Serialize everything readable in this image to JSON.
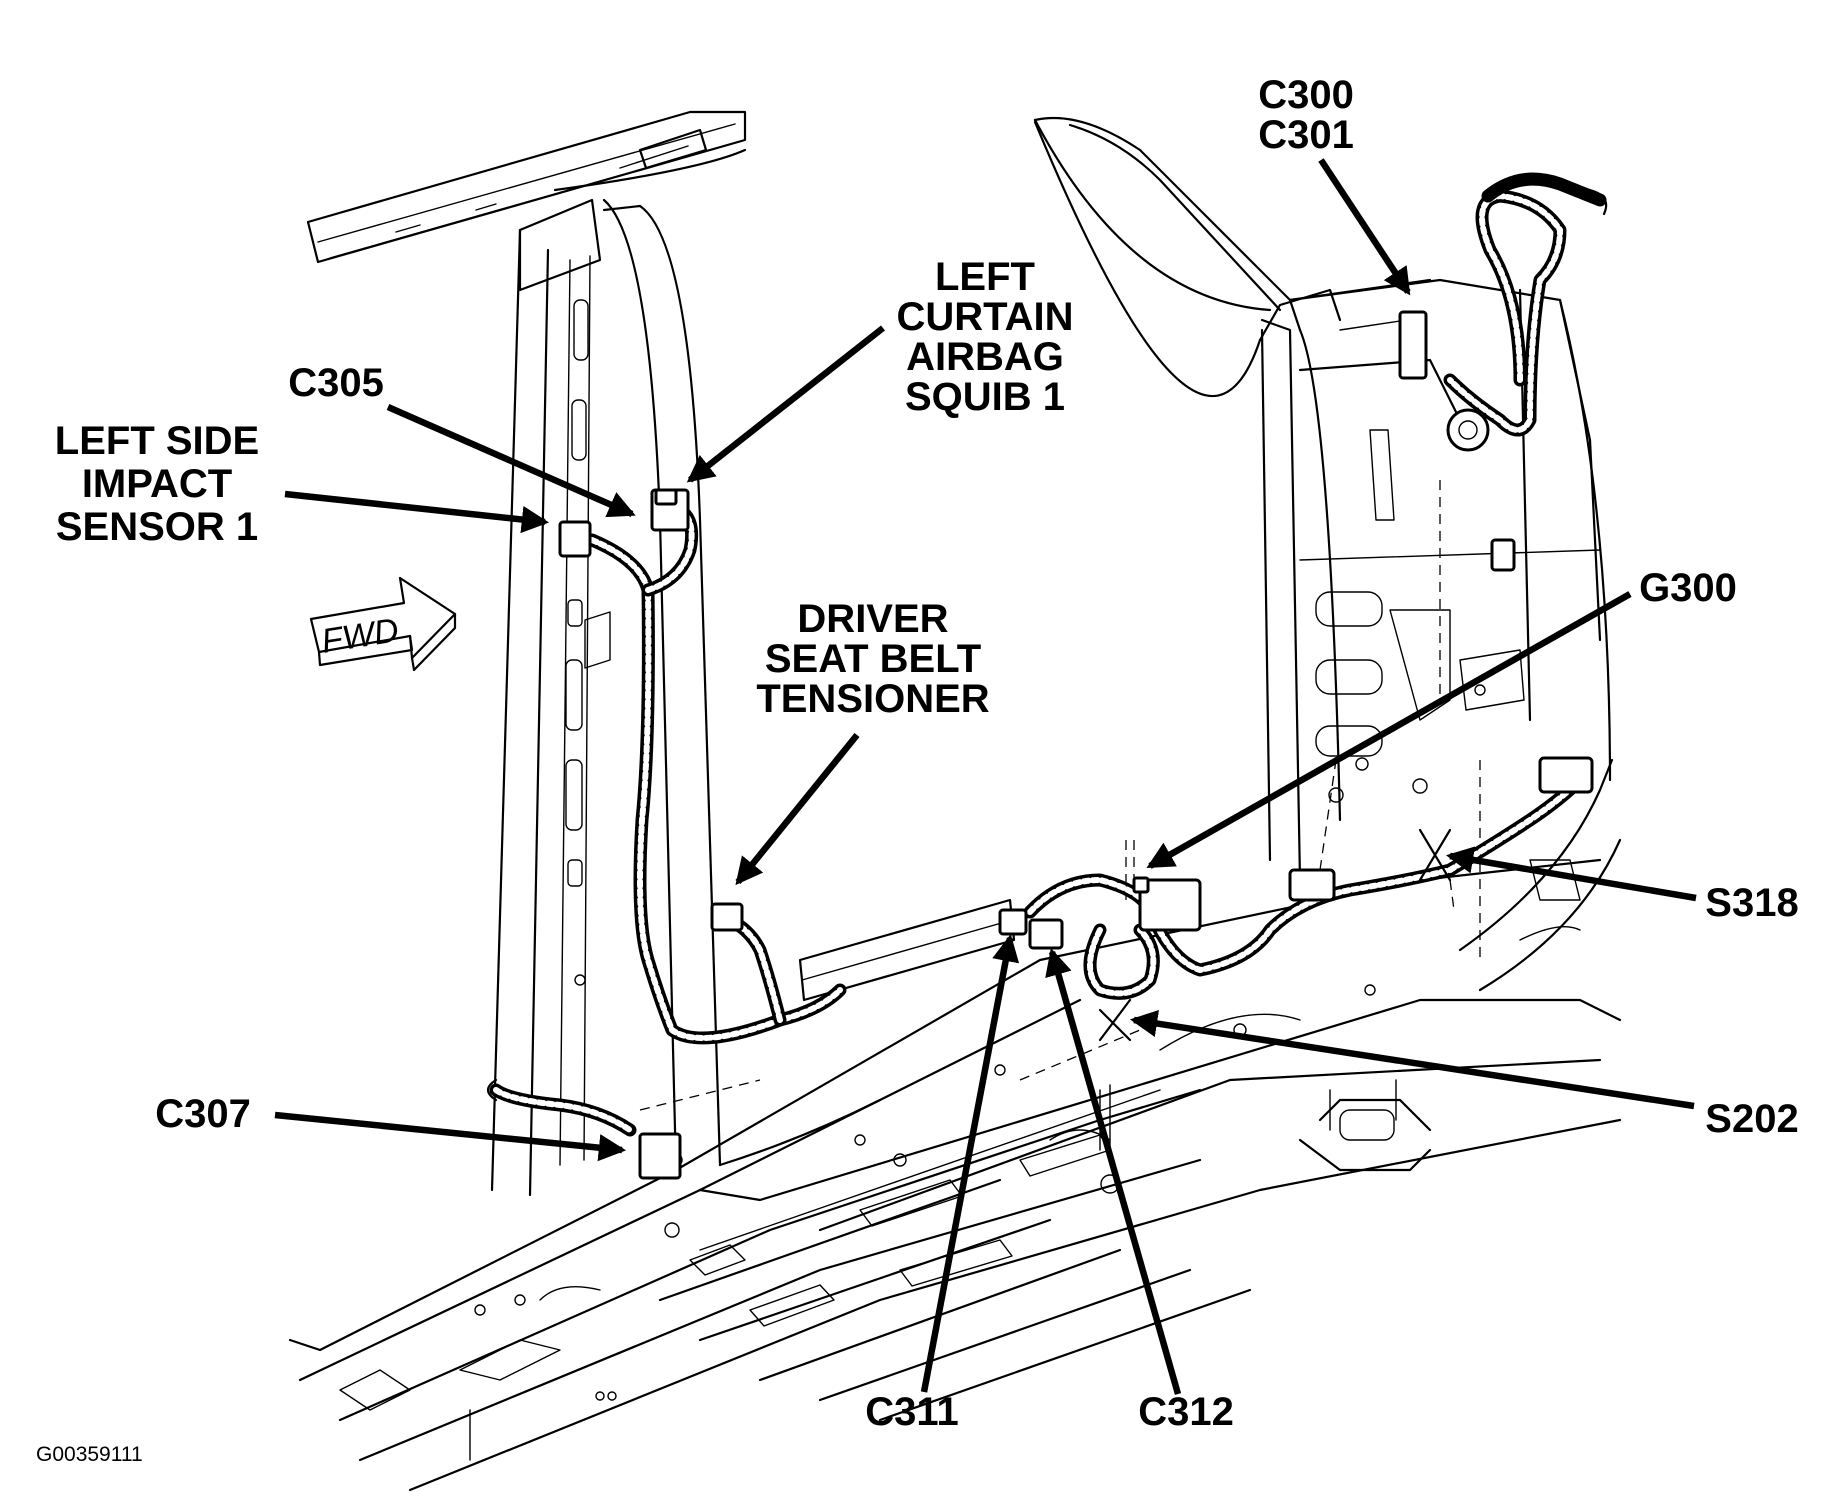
{
  "figure_id": "G00359111",
  "forward_arrow": "FWD",
  "labels": {
    "c300": "C300",
    "c301": "C301",
    "left_curtain": [
      "LEFT",
      "CURTAIN",
      "AIRBAG",
      "SQUIB 1"
    ],
    "c305": "C305",
    "left_side_impact": [
      "LEFT SIDE",
      "IMPACT",
      "SENSOR 1"
    ],
    "driver_seat_belt": [
      "DRIVER",
      "SEAT BELT",
      "TENSIONER"
    ],
    "g300": "G300",
    "s318": "S318",
    "s202": "S202",
    "c307": "C307",
    "c311": "C311",
    "c312": "C312"
  }
}
